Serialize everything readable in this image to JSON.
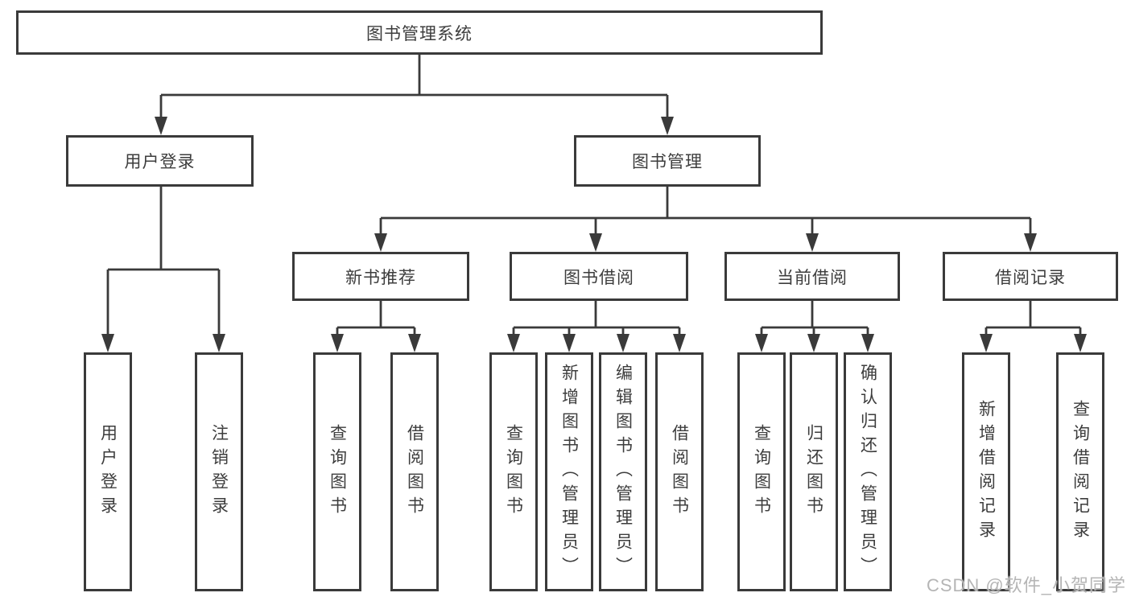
{
  "colors": {
    "line": "#3a3a3a",
    "box_border": "#3a3a3a",
    "text": "#3d3d3d",
    "watermark": "#b5b5b5",
    "background": "#ffffff"
  },
  "watermark": "CSDN @软件_小贺同学",
  "tree": {
    "root": {
      "label": "图书管理系统"
    },
    "branches": [
      {
        "label": "用户登录",
        "children": [
          {
            "label": "用户登录"
          },
          {
            "label": "注销登录"
          }
        ]
      },
      {
        "label": "图书管理",
        "sections": [
          {
            "label": "新书推荐",
            "children": [
              {
                "label": "查询图书"
              },
              {
                "label": "借阅图书"
              }
            ]
          },
          {
            "label": "图书借阅",
            "children": [
              {
                "label": "查询图书"
              },
              {
                "label": "新增图书（管理员）"
              },
              {
                "label": "编辑图书（管理员）"
              },
              {
                "label": "借阅图书"
              }
            ]
          },
          {
            "label": "当前借阅",
            "children": [
              {
                "label": "查询图书"
              },
              {
                "label": "归还图书"
              },
              {
                "label": "确认归还（管理员）"
              }
            ]
          },
          {
            "label": "借阅记录",
            "children": [
              {
                "label": "新增借阅记录"
              },
              {
                "label": "查询借阅记录"
              }
            ]
          }
        ]
      }
    ]
  }
}
